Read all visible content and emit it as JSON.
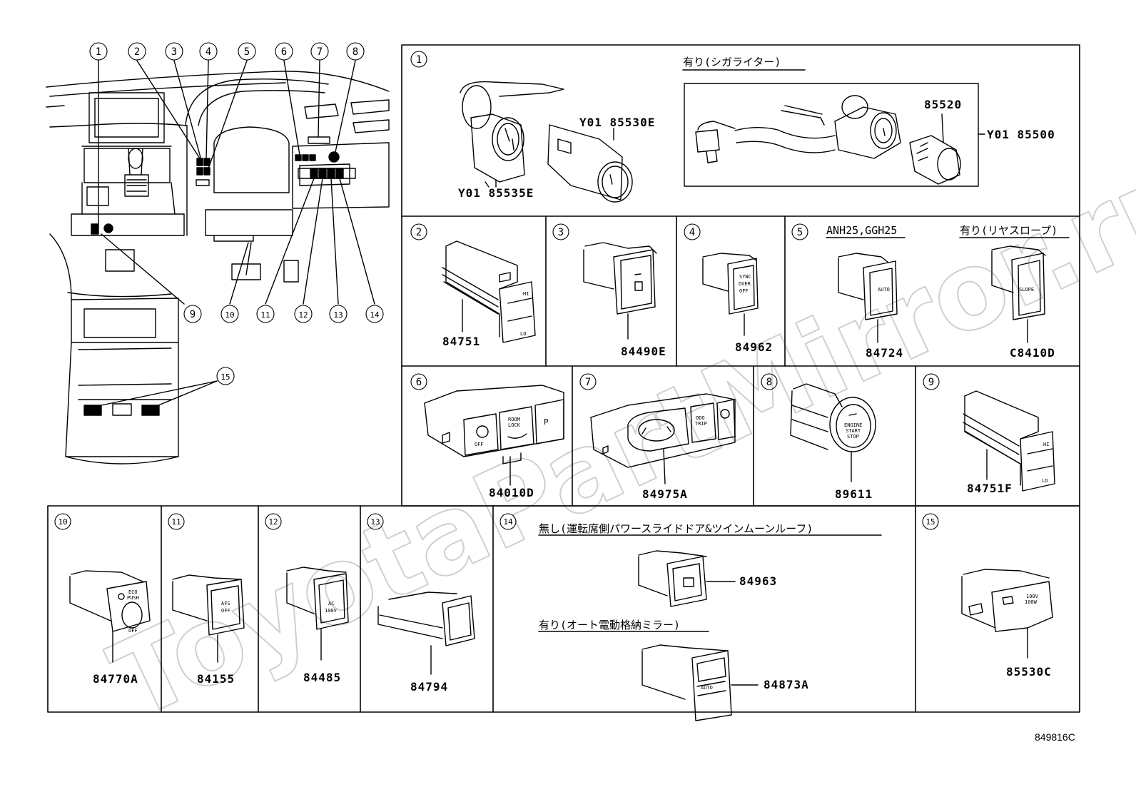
{
  "watermark": "ToyotaPartMirror.ru",
  "diagram_code": "849816C",
  "overview": {
    "callouts": [
      "1",
      "2",
      "3",
      "4",
      "5",
      "6",
      "7",
      "8",
      "9",
      "10",
      "11",
      "12",
      "13",
      "14",
      "15"
    ]
  },
  "panels": {
    "p1": {
      "num": "1",
      "caption": "有り(シガライター)",
      "parts": [
        "Y01 85530E",
        "Y01 85535E",
        "85520",
        "Y01 85500"
      ]
    },
    "p2": {
      "num": "2",
      "parts": [
        "84751"
      ],
      "labels": [
        "HI",
        "LO"
      ]
    },
    "p3": {
      "num": "3",
      "parts": [
        "84490E"
      ]
    },
    "p4": {
      "num": "4",
      "parts": [
        "84962"
      ],
      "labels": [
        "SYNC",
        "OVER",
        "OFF"
      ]
    },
    "p5": {
      "num": "5",
      "caption_left": "ANH25,GGH25",
      "caption_right": "有り(リヤスロープ)",
      "parts": [
        "84724",
        "C8410D"
      ],
      "labels": [
        "AUTO",
        "SLOPE"
      ]
    },
    "p6": {
      "num": "6",
      "parts": [
        "84010D"
      ],
      "labels": [
        "OFF",
        "ROOM",
        "LOCK",
        "P"
      ]
    },
    "p7": {
      "num": "7",
      "parts": [
        "84975A"
      ],
      "labels": [
        "ODO",
        "TRIP"
      ]
    },
    "p8": {
      "num": "8",
      "parts": [
        "89611"
      ],
      "labels": [
        "ENGINE",
        "START",
        "STOP"
      ]
    },
    "p9": {
      "num": "9",
      "parts": [
        "84751F"
      ],
      "labels": [
        "HI",
        "LO"
      ]
    },
    "p10": {
      "num": "10",
      "parts": [
        "84770A"
      ],
      "labels": [
        "ECO",
        "PUSH",
        "OFF"
      ]
    },
    "p11": {
      "num": "11",
      "parts": [
        "84155"
      ],
      "labels": [
        "AFS",
        "OFF"
      ]
    },
    "p12": {
      "num": "12",
      "parts": [
        "84485"
      ],
      "labels": [
        "AC",
        "100V"
      ]
    },
    "p13": {
      "num": "13",
      "parts": [
        "84794"
      ]
    },
    "p14": {
      "num": "14",
      "caption_top": "無し(運転席側パワースライドドア&ツインムーンルーフ)",
      "caption_bottom": "有り(オート電動格納ミラー)",
      "parts": [
        "84963",
        "84873A"
      ],
      "labels": [
        "AUTO"
      ]
    },
    "p15": {
      "num": "15",
      "parts": [
        "85530C"
      ],
      "labels": [
        "100V",
        "100W"
      ]
    }
  }
}
